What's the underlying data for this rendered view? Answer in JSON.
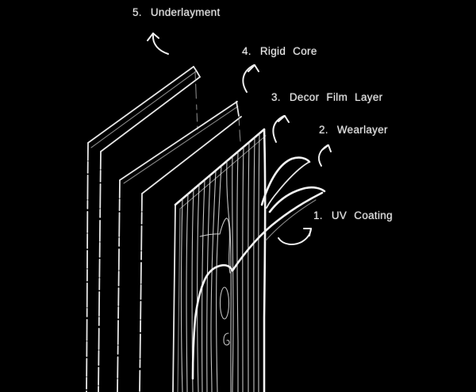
{
  "diagram": {
    "colors": {
      "background": "#000000",
      "ink": "#e6e6e6"
    },
    "labels": [
      {
        "id": "underlayment",
        "number": "5.",
        "text": "Underlayment"
      },
      {
        "id": "rigid-core",
        "number": "4.",
        "text": "Rigid Core"
      },
      {
        "id": "decor-film-layer",
        "number": "3.",
        "text": "Decor Film Layer"
      },
      {
        "id": "wearlayer",
        "number": "2.",
        "text": "Wearlayer"
      },
      {
        "id": "uv-coating",
        "number": "1.",
        "text": "UV Coating"
      }
    ]
  }
}
